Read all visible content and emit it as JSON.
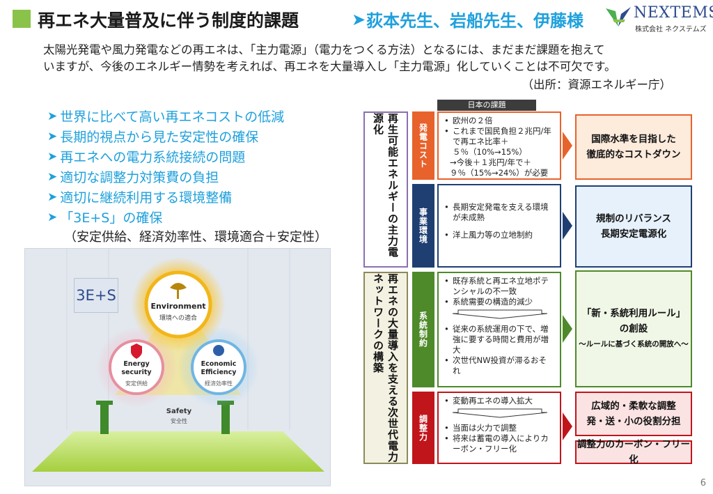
{
  "header": {
    "title": "再エネ大量普及に伴う制度的課題",
    "subtitle": "荻本先生、岩船先生、伊藤様",
    "logo_name": "NEXTEMS",
    "logo_sub": "株式会社 ネクステムズ"
  },
  "intro": {
    "line1": "太陽光発電や風力発電などの再エネは、「主力電源」（電力をつくる方法）となるには、まだまだ課題を抱えて",
    "line2": "いますが、今後のエネルギー情勢を考えれば、再エネを大量導入し「主力電源」化していくことは不可欠です。",
    "source": "（出所：資源エネルギー庁）"
  },
  "bullets": [
    "世界に比べて高い再エネコストの低減",
    "長期的視点から見た安定性の確保",
    "再エネへの電力系統接続の問題",
    "適切な調整力対策費の負担",
    "適切に継続利用する環境整備",
    "「3E+S」の確保"
  ],
  "bullet_note": "（安定供給、経済効率性、環境適合＋安定性）",
  "illustration": {
    "badge": "3E+S",
    "env_title": "Environment",
    "env_sub": "環境への適合",
    "energy_title": "Energy",
    "energy_title2": "security",
    "energy_sub": "安定供給",
    "econ_title": "Economic",
    "econ_title2": "Efficiency",
    "econ_sub": "経済効率性",
    "safety_title": "Safety",
    "safety_sub": "安全性"
  },
  "diagram": {
    "ribbon": "日本の課題",
    "cat1": "再生可能エネルギーの主力電源化",
    "cat2": "再エネの大量導入を支える次世代電力ネットワークの構築",
    "rows": [
      {
        "label": "発電コスト",
        "items": [
          "欧州の２倍",
          "これまで国民負担２兆円/年で再エネ比率＋５％（10%→15%）"
        ],
        "extra": "→今後＋１兆円/年で＋９％（15%→24%）が必要",
        "result": [
          "国際水準を目指した",
          "徹底的なコストダウン"
        ]
      },
      {
        "label": "事業環境",
        "items": [
          "長期安定発電を支える環境が未成熟",
          "洋上風力等の立地制約"
        ],
        "result": [
          "規制のリバランス",
          "長期安定電源化"
        ]
      },
      {
        "label": "系統制約",
        "items_top": [
          "既存系統と再エネ立地ポテンシャルの不一致",
          "系統需要の構造的減少"
        ],
        "items": [
          "従来の系統運用の下で、増強に要する時間と費用が増大",
          "次世代NW投資が滞るおそれ"
        ],
        "result": [
          "「新・系統利用ルール」",
          "の創設"
        ],
        "result_small": "～ルールに基づく系統の開放へ～"
      },
      {
        "label": "調整力",
        "items_top": [
          "変動再エネの導入拡大"
        ],
        "items": [
          "当面は火力で調整",
          "将来は蓄電の導入によりカーボン・フリー化"
        ],
        "result": [
          "広域的・柔軟な調整",
          "発・送・小の役割分担"
        ],
        "result2": "調整力のカーボン・フリー化"
      }
    ]
  },
  "colors": {
    "orange": "#e8622b",
    "navy": "#1f3f73",
    "green": "#4e8a2a",
    "red": "#c0151b",
    "purple": "#8b6fb0",
    "khaki": "#8c8a5a",
    "accent": "#1ea0dc"
  },
  "page_number": "6"
}
